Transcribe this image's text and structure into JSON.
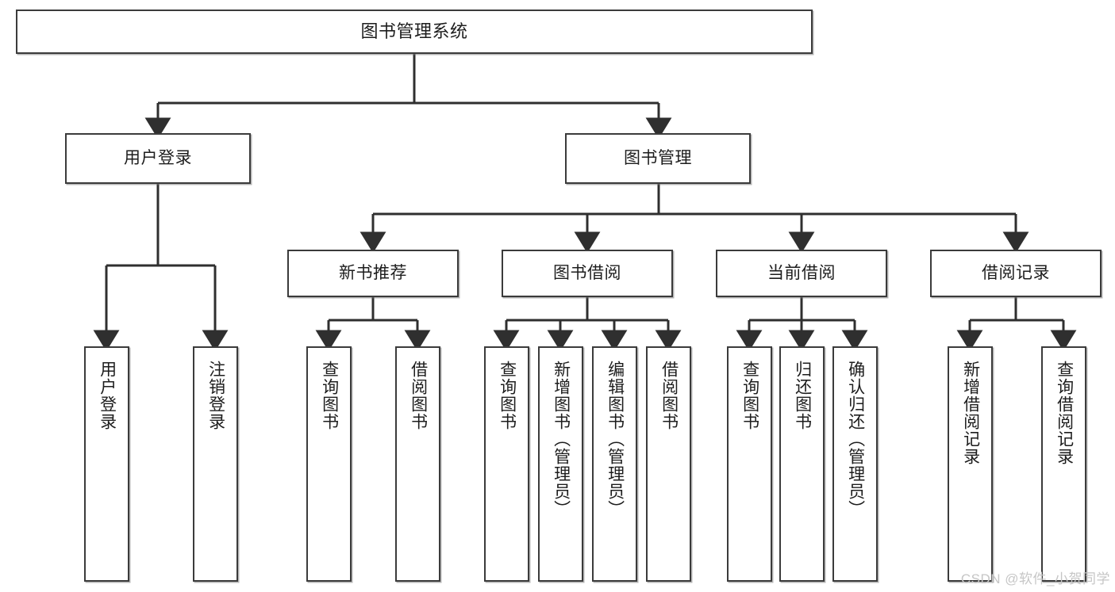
{
  "diagram": {
    "title": "图书管理系统",
    "type": "tree-hierarchy-chart",
    "watermark": "CSDN @软件_小贺同学",
    "colors": {
      "node_border": "#3b3b3b",
      "node_fill": "#ffffff",
      "edge": "#2f2f2f",
      "text": "#1d1d1d",
      "watermark": "#c6c6c6"
    },
    "levels": [
      {
        "level": 1,
        "nodes": [
          {
            "id": "root",
            "label": "图书管理系统"
          }
        ]
      },
      {
        "level": 2,
        "nodes": [
          {
            "id": "login",
            "label": "用户登录"
          },
          {
            "id": "bookmgmt",
            "label": "图书管理"
          }
        ]
      },
      {
        "level": 3,
        "nodes": [
          {
            "id": "newbook",
            "label": "新书推荐"
          },
          {
            "id": "borrow",
            "label": "图书借阅"
          },
          {
            "id": "current",
            "label": "当前借阅"
          },
          {
            "id": "records",
            "label": "借阅记录"
          }
        ]
      },
      {
        "level": 4,
        "nodes": [
          {
            "id": "leaf-1",
            "label": "用户登录",
            "parent": "login"
          },
          {
            "id": "leaf-2",
            "label": "注销登录",
            "parent": "login"
          },
          {
            "id": "leaf-3",
            "label": "查询图书",
            "parent": "newbook"
          },
          {
            "id": "leaf-4",
            "label": "借阅图书",
            "parent": "newbook"
          },
          {
            "id": "leaf-5",
            "label": "查询图书",
            "parent": "borrow"
          },
          {
            "id": "leaf-6",
            "label": "新增图书（管理员）",
            "parent": "borrow"
          },
          {
            "id": "leaf-7",
            "label": "编辑图书（管理员）",
            "parent": "borrow"
          },
          {
            "id": "leaf-8",
            "label": "借阅图书",
            "parent": "borrow"
          },
          {
            "id": "leaf-9",
            "label": "查询图书",
            "parent": "current"
          },
          {
            "id": "leaf-10",
            "label": "归还图书",
            "parent": "current"
          },
          {
            "id": "leaf-11",
            "label": "确认归还（管理员）",
            "parent": "current"
          },
          {
            "id": "leaf-12",
            "label": "新增借阅记录",
            "parent": "records"
          },
          {
            "id": "leaf-13",
            "label": "查询借阅记录",
            "parent": "records"
          }
        ]
      }
    ]
  }
}
